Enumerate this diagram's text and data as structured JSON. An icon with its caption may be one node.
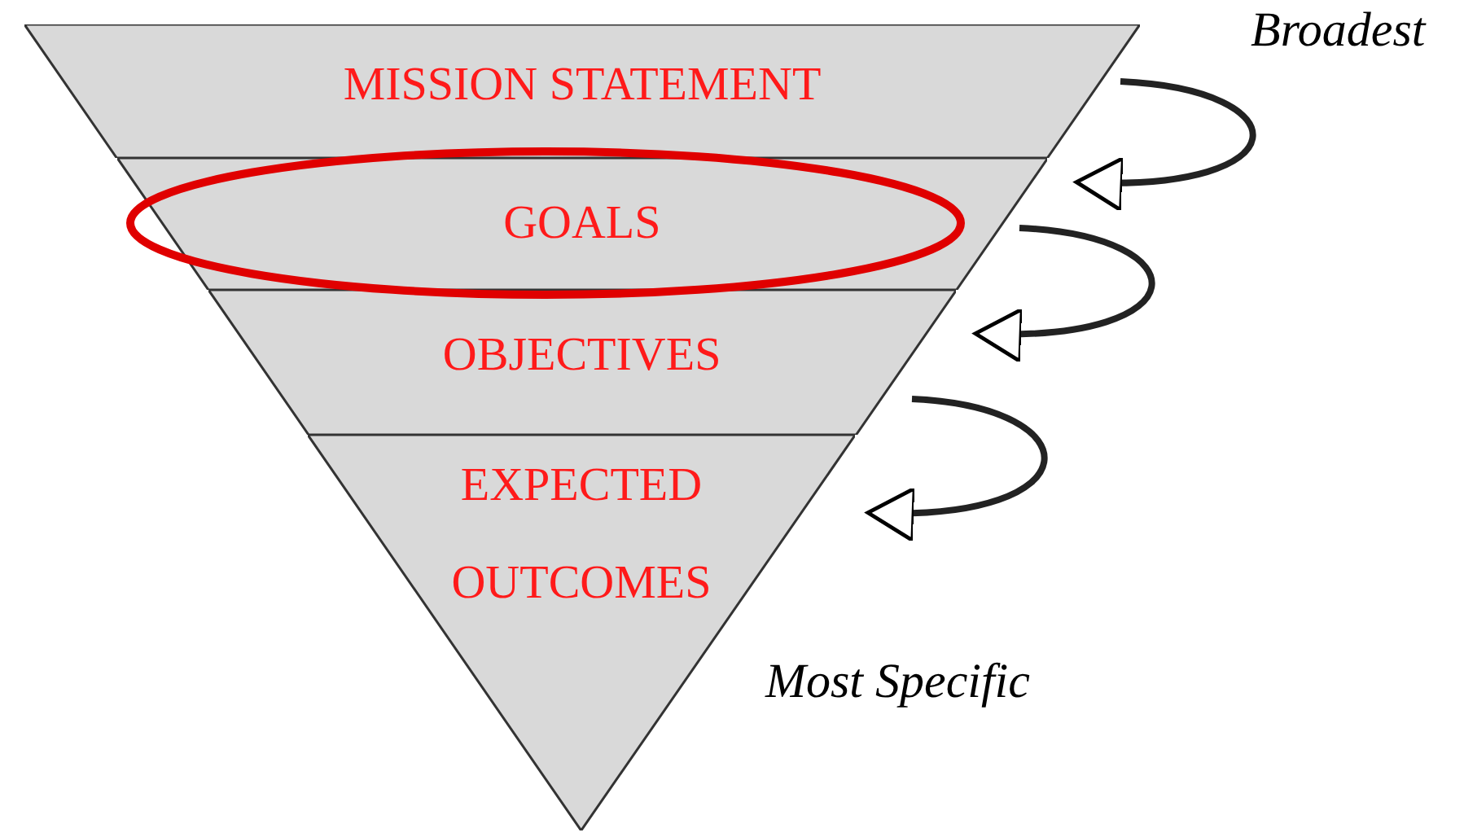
{
  "diagram": {
    "nodes": [
      {
        "text": [
          "MISSION STATEMENT"
        ]
      },
      {
        "text": [
          "GOALS"
        ]
      },
      {
        "text": [
          "OBJECTIVES"
        ]
      },
      {
        "text": [
          "EXPECTED OUTCOMES"
        ]
      }
    ],
    "edges": [
      {
        "from": 0,
        "to": 1,
        "arrow": "to"
      },
      {
        "from": 1,
        "to": 2,
        "arrow": "to"
      },
      {
        "from": 2,
        "to": 3,
        "arrow": "to"
      }
    ],
    "labels": [
      "Broadest",
      "Most Specific"
    ]
  }
}
